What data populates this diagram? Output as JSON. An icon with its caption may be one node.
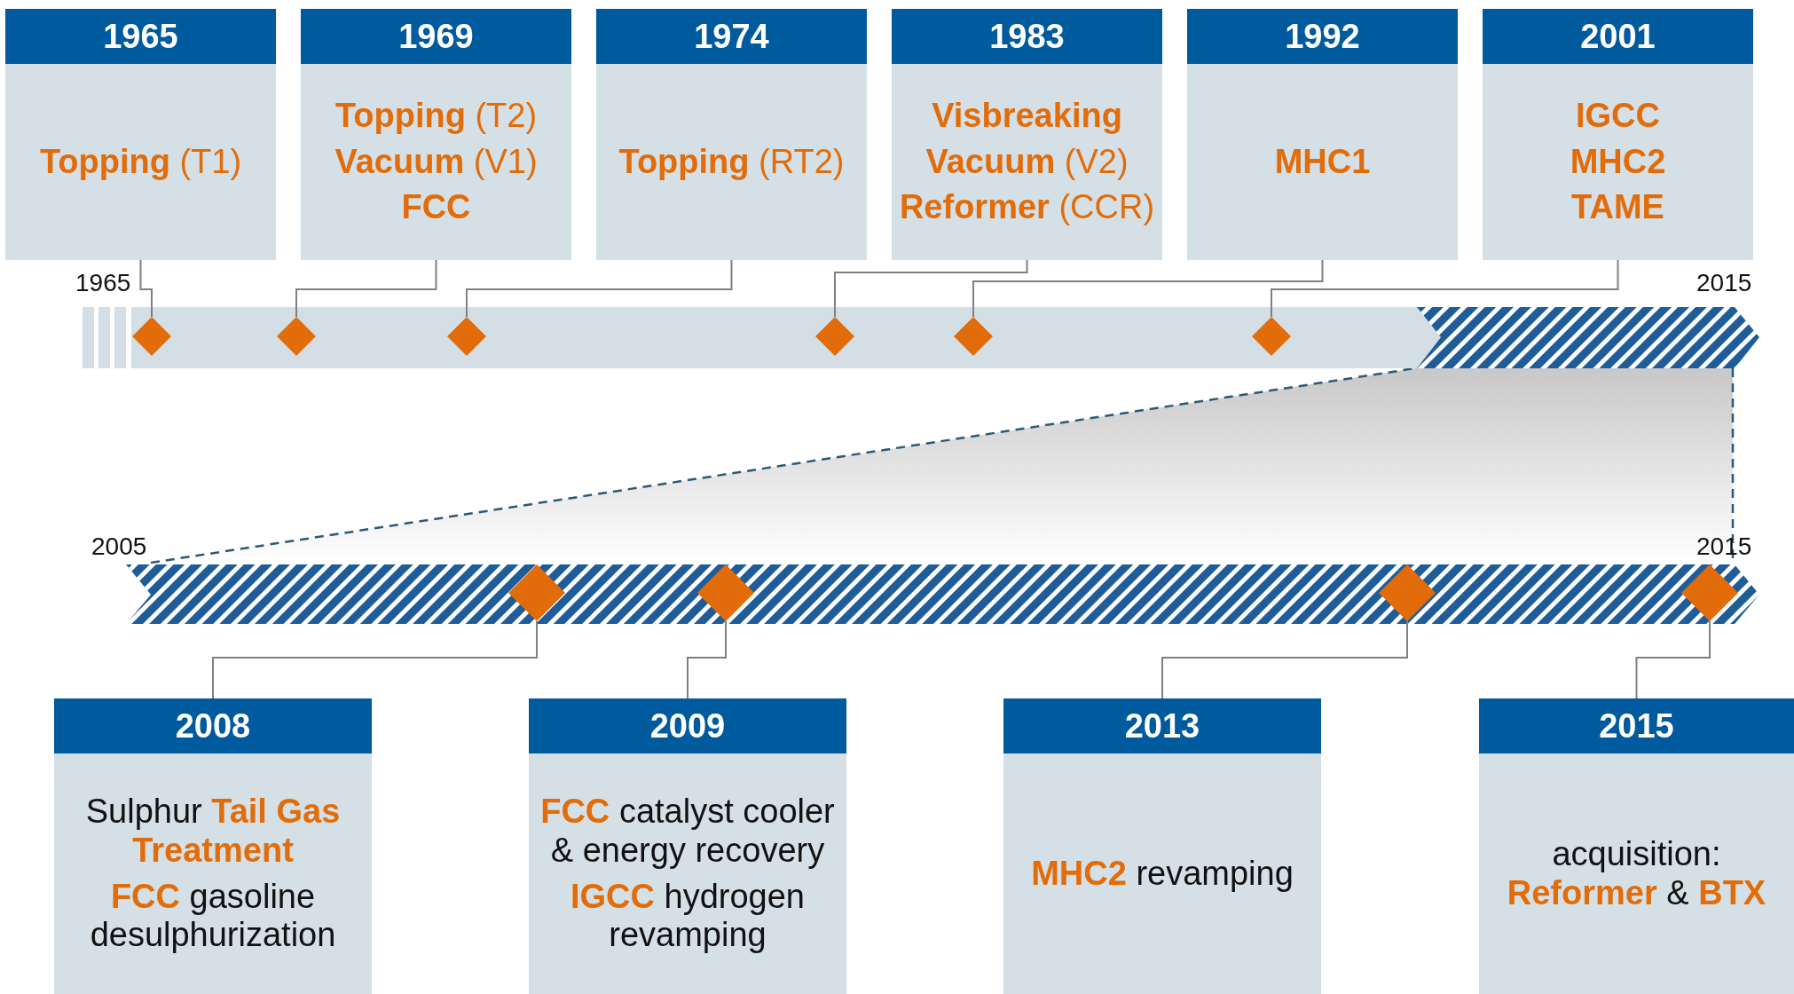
{
  "diagram": {
    "nodes": [
      {
        "text": [
          "1965",
          "**Topping** (T1)"
        ]
      },
      {
        "text": [
          "1969",
          "**Topping** (T2)",
          "**Vacuum** (V1)",
          "FCC"
        ]
      },
      {
        "text": [
          "1974",
          "**Topping** (RT2)"
        ]
      },
      {
        "text": [
          "1983",
          "Visbreaking",
          "**Vacuum** (V2)",
          "**Reformer** (CCR)"
        ]
      },
      {
        "text": [
          "1992",
          "MHC1"
        ]
      },
      {
        "text": [
          "2001",
          "IGCC",
          "MHC2",
          "TAME"
        ]
      },
      {
        "text": [],
        "shape": "diamond"
      },
      {
        "text": [],
        "shape": "diamond"
      },
      {
        "text": [],
        "shape": "diamond"
      },
      {
        "text": [],
        "shape": "diamond"
      },
      {
        "text": [],
        "shape": "diamond"
      },
      {
        "text": [],
        "shape": "diamond"
      },
      {
        "text": [],
        "shape": "diamond"
      },
      {
        "text": [],
        "shape": "diamond"
      },
      {
        "text": [],
        "shape": "diamond"
      },
      {
        "text": [],
        "shape": "diamond"
      },
      {
        "text": [
          "2008",
          "Sulphur **Tail Gas Treatment**",
          "**FCC** gasoline desulphurization"
        ]
      },
      {
        "text": [
          "2009",
          "**FCC** catalyst cooler & energy recovery",
          "**IGCC** hydrogen revamping"
        ]
      },
      {
        "text": [
          "2013",
          "**MHC2** revamping"
        ]
      },
      {
        "text": [
          "2015",
          "acquisition: **Reformer** & **BTX**"
        ]
      }
    ],
    "edges": [
      {
        "from": 0,
        "to": 6,
        "arrow": "none"
      },
      {
        "from": 1,
        "to": 7,
        "arrow": "none"
      },
      {
        "from": 2,
        "to": 8,
        "arrow": "none"
      },
      {
        "from": 3,
        "to": 9,
        "arrow": "none"
      },
      {
        "from": 4,
        "to": 10,
        "arrow": "none"
      },
      {
        "from": 5,
        "to": 11,
        "arrow": "none"
      },
      {
        "from": 12,
        "to": 16,
        "arrow": "none"
      },
      {
        "from": 13,
        "to": 17,
        "arrow": "none"
      },
      {
        "from": 14,
        "to": 18,
        "arrow": "none"
      },
      {
        "from": 15,
        "to": 19,
        "arrow": "none"
      }
    ],
    "labels": [
      "1965",
      "2015",
      "2005",
      "2015"
    ]
  }
}
